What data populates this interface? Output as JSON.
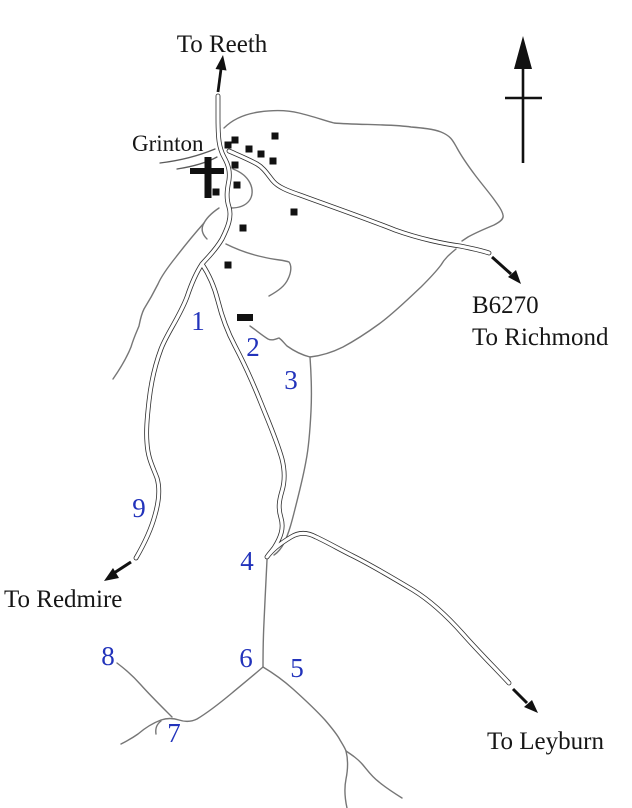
{
  "map": {
    "place_labels": {
      "to_reeth": "To Reeth",
      "grinton": "Grinton",
      "road_number": "B6270",
      "to_richmond": "To Richmond",
      "to_redmire": "To Redmire",
      "to_leyburn": "To Leyburn"
    },
    "waypoints": [
      {
        "label": "1"
      },
      {
        "label": "2"
      },
      {
        "label": "3"
      },
      {
        "label": "4"
      },
      {
        "label": "5"
      },
      {
        "label": "6"
      },
      {
        "label": "7"
      },
      {
        "label": "8"
      },
      {
        "label": "9"
      }
    ],
    "colors": {
      "waypoint_label": "#2233bb",
      "road_casing": "#2e2e2e",
      "boundary_line": "#767676",
      "label_text": "#161616"
    },
    "icons": {
      "north_arrow": "north-arrow-icon",
      "church_cross": "church-cross-icon",
      "direction_arrow": "direction-arrow-icon",
      "building_square": "building-square-icon",
      "barn_bar": "barn-bar-icon"
    }
  }
}
